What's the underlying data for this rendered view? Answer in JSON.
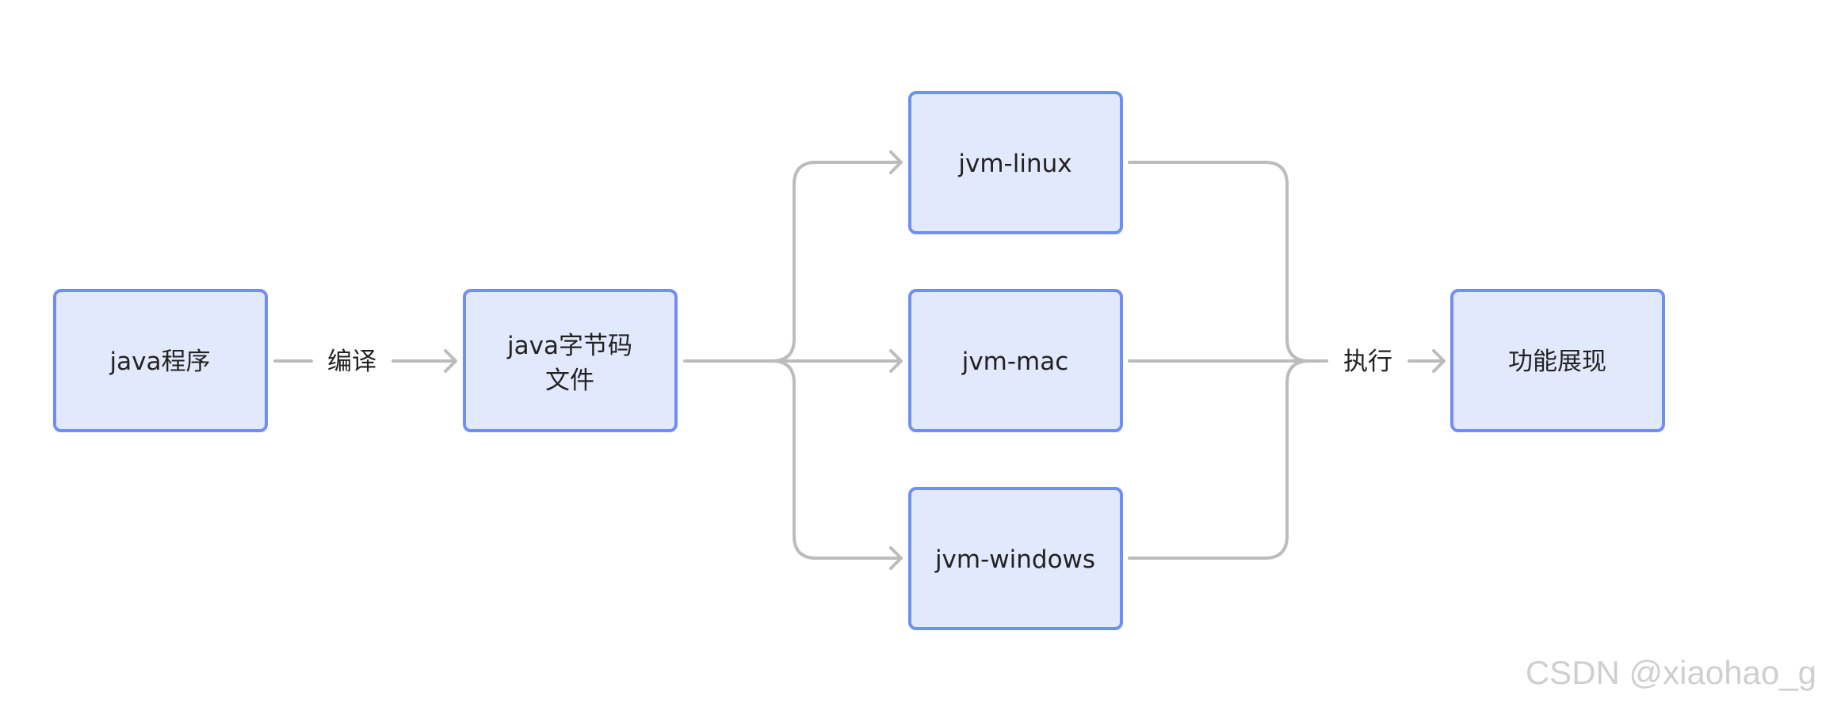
{
  "diagram": {
    "nodes": {
      "java_program": "java程序",
      "bytecode_line1": "java字节码",
      "bytecode_line2": "文件",
      "jvm_linux": "jvm-linux",
      "jvm_mac": "jvm-mac",
      "jvm_windows": "jvm-windows",
      "display": "功能展现"
    },
    "edges": {
      "compile": "编译",
      "execute": "执行"
    },
    "colors": {
      "node_fill": "#e3e9fd",
      "node_border": "#6f8ff2",
      "edge": "#bcbcbc",
      "text": "#222222",
      "watermark": "#cfcfcf"
    }
  },
  "watermark": "CSDN @xiaohao_g"
}
